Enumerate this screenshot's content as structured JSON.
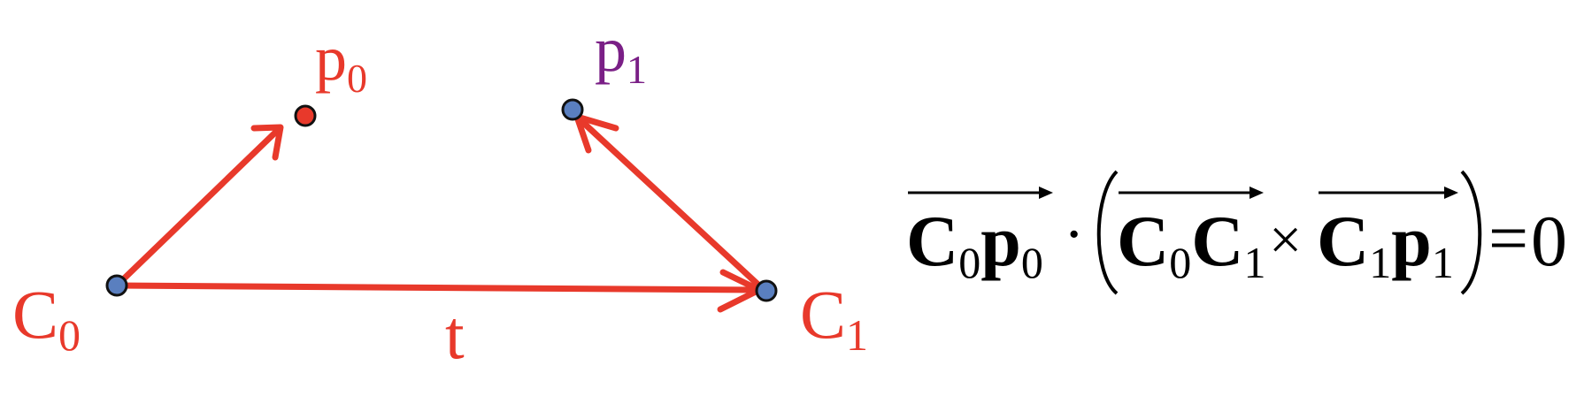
{
  "colors": {
    "vector": "#e8392b",
    "point_fill_blue": "#5a7fbf",
    "point_fill_red": "#e8392b",
    "point_stroke": "#111111",
    "label_red": "#e8392b",
    "label_purple": "#7a1f86",
    "equation": "#000000"
  },
  "labels": {
    "p0": {
      "base": "p",
      "sub": "0"
    },
    "p1": {
      "base": "p",
      "sub": "1"
    },
    "c0": {
      "base": "C",
      "sub": "0"
    },
    "c1": {
      "base": "C",
      "sub": "1"
    },
    "t": "t"
  },
  "equation": {
    "term1": {
      "a": "C",
      "a_sub": "0",
      "b": "p",
      "b_sub": "0"
    },
    "dot": "·",
    "term2": {
      "a": "C",
      "a_sub": "0",
      "b": "C",
      "b_sub": "1"
    },
    "cross": "×",
    "term3": {
      "a": "C",
      "a_sub": "1",
      "b": "p",
      "b_sub": "1"
    },
    "equals": "=",
    "rhs": "0"
  }
}
